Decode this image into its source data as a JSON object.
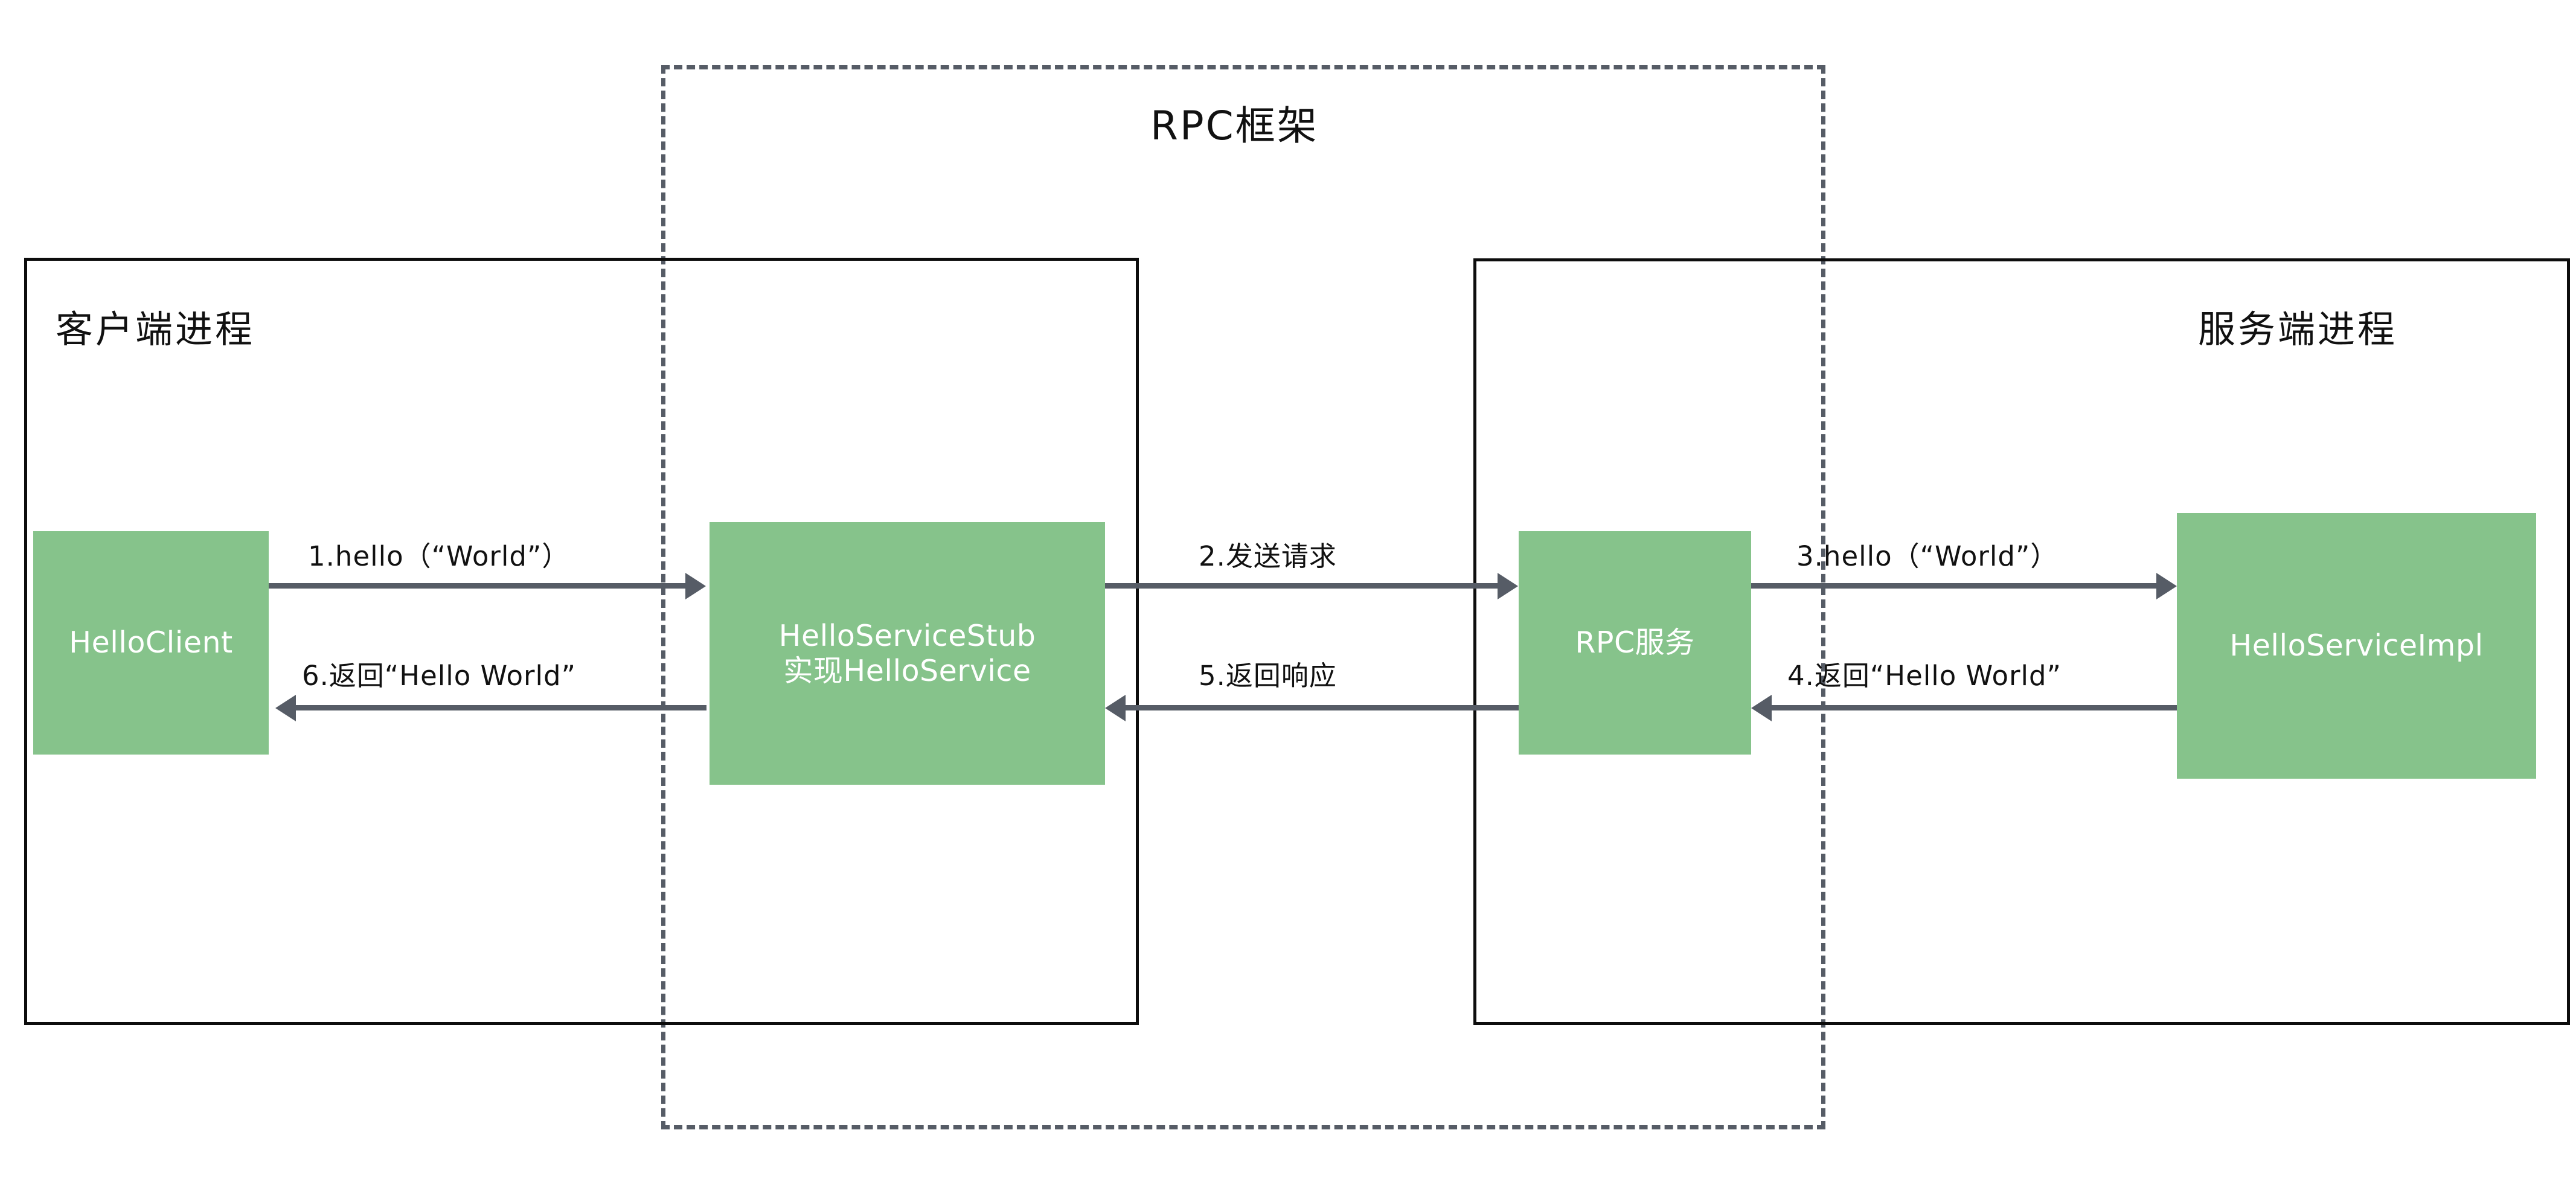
{
  "diagram": {
    "title": "RPC框架",
    "accent_green": "#86C38B",
    "arrow_color": "#565C66",
    "frame_color": "#0d0d0d",
    "node_text_color": "#ffffff",
    "background": "#ffffff"
  },
  "containers": [
    {
      "id": "client-process",
      "label": "客户端进程"
    },
    {
      "id": "server-process",
      "label": "服务端进程"
    }
  ],
  "nodes": {
    "hello_client": {
      "line1": "HelloClient"
    },
    "hello_service_stub": {
      "line1": "HelloServiceStub",
      "line2": "实现HelloService"
    },
    "rpc_service": {
      "line1": "RPC服务"
    },
    "hello_service_impl": {
      "line1": "HelloServiceImpl"
    }
  },
  "flows": [
    {
      "step": "1",
      "label": "1.hello（“World”）",
      "direction": "right",
      "from": "HelloClient",
      "to": "HelloServiceStub"
    },
    {
      "step": "2",
      "label": "2.发送请求",
      "direction": "right",
      "from": "HelloServiceStub",
      "to": "RPC服务"
    },
    {
      "step": "3",
      "label": "3.hello（“World”）",
      "direction": "right",
      "from": "RPC服务",
      "to": "HelloServiceImpl"
    },
    {
      "step": "4",
      "label": "4.返回“Hello World”",
      "direction": "left",
      "from": "HelloServiceImpl",
      "to": "RPC服务"
    },
    {
      "step": "5",
      "label": "5.返回响应",
      "direction": "left",
      "from": "RPC服务",
      "to": "HelloServiceStub"
    },
    {
      "step": "6",
      "label": "6.返回“Hello World”",
      "direction": "left",
      "from": "HelloServiceStub",
      "to": "HelloClient"
    }
  ]
}
